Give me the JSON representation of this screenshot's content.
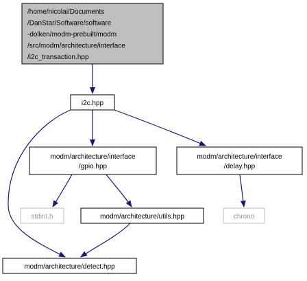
{
  "nodes": {
    "root": {
      "lines": [
        "/home/nicolai/Documents",
        "/DanStar/Software/software",
        "-dolken/modm-prebuilt/modm",
        "/src/modm/architecture/interface",
        "/i2c_transaction.hpp"
      ],
      "style": "focus"
    },
    "i2c": {
      "lines": [
        "i2c.hpp"
      ],
      "style": "normal"
    },
    "gpio": {
      "lines": [
        "modm/architecture/interface",
        "/gpio.hpp"
      ],
      "style": "normal"
    },
    "delay": {
      "lines": [
        "modm/architecture/interface",
        "/delay.hpp"
      ],
      "style": "normal"
    },
    "stdint": {
      "lines": [
        "stdint.h"
      ],
      "style": "external"
    },
    "utils": {
      "lines": [
        "modm/architecture/utils.hpp"
      ],
      "style": "normal"
    },
    "chrono": {
      "lines": [
        "chrono"
      ],
      "style": "external"
    },
    "detect": {
      "lines": [
        "modm/architecture/detect.hpp"
      ],
      "style": "normal"
    }
  },
  "edges": [
    {
      "from": "root",
      "to": "i2c"
    },
    {
      "from": "i2c",
      "to": "gpio"
    },
    {
      "from": "i2c",
      "to": "delay"
    },
    {
      "from": "i2c",
      "to": "detect"
    },
    {
      "from": "gpio",
      "to": "stdint"
    },
    {
      "from": "gpio",
      "to": "utils"
    },
    {
      "from": "delay",
      "to": "chrono"
    },
    {
      "from": "utils",
      "to": "detect"
    }
  ],
  "colors": {
    "edge": "#191970",
    "focus_fill": "#bfbfbf",
    "node_border": "#000000",
    "external_border": "#bfbfbf",
    "external_text": "#9a9a9a"
  }
}
